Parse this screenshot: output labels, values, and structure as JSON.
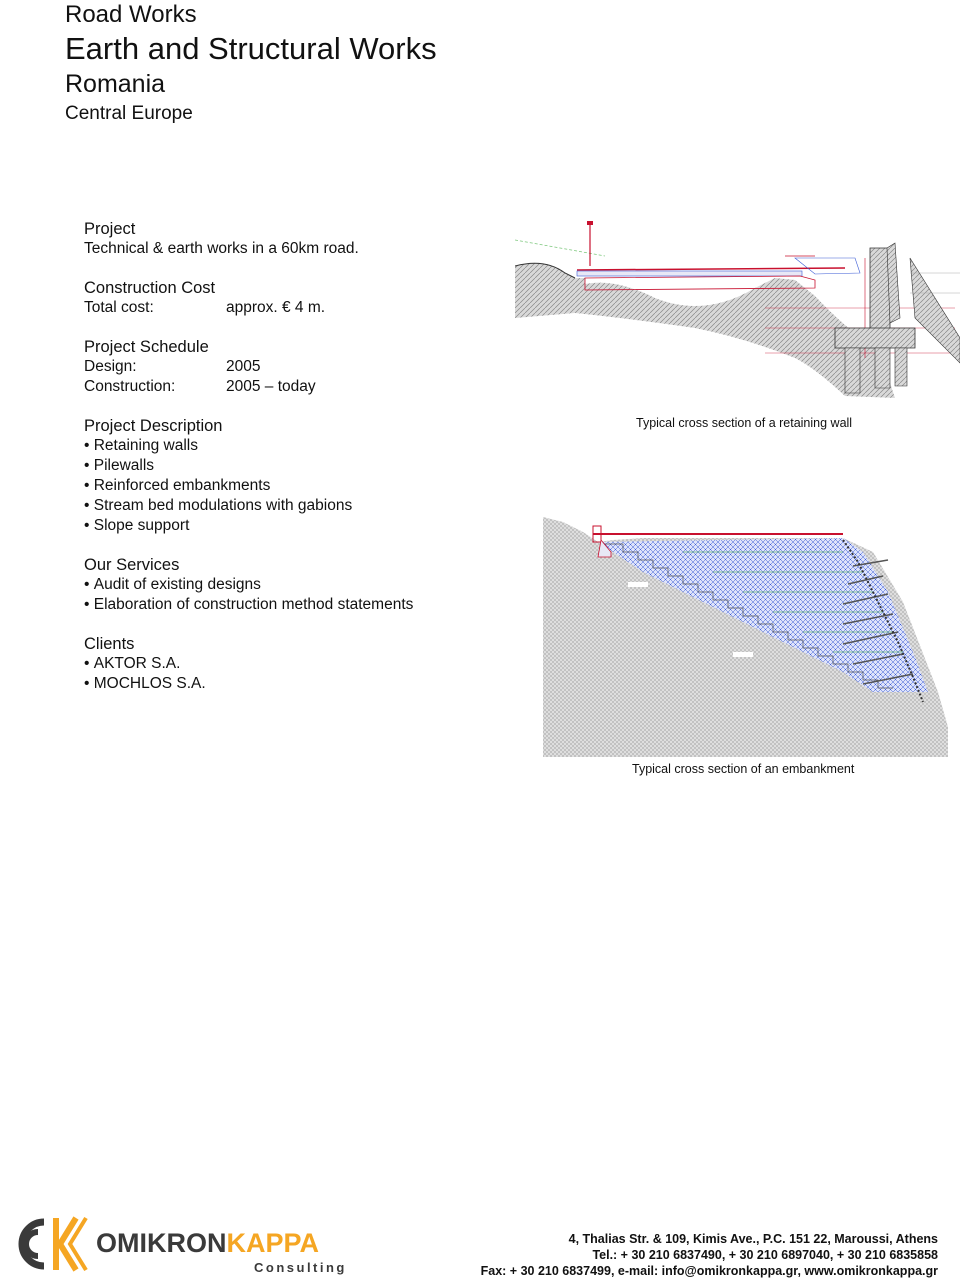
{
  "header": {
    "category": "Road Works",
    "title": "Earth and Structural Works",
    "country": "Romania",
    "region": "Central Europe"
  },
  "project": {
    "heading": "Project",
    "text": "Technical & earth works in a 60km road."
  },
  "cost": {
    "heading": "Construction Cost",
    "label": "Total cost:",
    "value": "approx. € 4 m."
  },
  "schedule": {
    "heading": "Project Schedule",
    "rows": [
      {
        "label": "Design:",
        "value": "2005"
      },
      {
        "label": "Construction:",
        "value": "2005 – today"
      }
    ]
  },
  "description": {
    "heading": "Project Description",
    "items": [
      "Retaining walls",
      "Pilewalls",
      "Reinforced embankments",
      "Stream bed modulations with gabions",
      "Slope support"
    ]
  },
  "services": {
    "heading": "Our Services",
    "items": [
      "Audit of existing designs",
      "Elaboration of construction method statements"
    ]
  },
  "clients": {
    "heading": "Clients",
    "items": [
      "AKTOR S.A.",
      "MOCHLOS S.A."
    ]
  },
  "figures": {
    "retaining_wall_caption": "Typical cross section of a retaining wall",
    "embankment_caption": "Typical cross section of an embankment"
  },
  "footer": {
    "logo_word1": "OMIKRON",
    "logo_word2": "KAPPA",
    "logo_sub": "Consulting",
    "address": "4, Thalias Str. & 109, Kimis Ave., P.C. 151 22, Maroussi, Athens",
    "phone": "Tel.: + 30 210 6837490, + 30 210 6897040, + 30 210 6835858",
    "fax": "Fax: + 30 210 6837499, e-mail: info@omikronkappa.gr, www.omikronkappa.gr"
  },
  "colors": {
    "brand_dark": "#3a3a3a",
    "brand_orange": "#f5a623",
    "drawing_red": "#c8102e",
    "drawing_blue": "#3b5bd6"
  }
}
